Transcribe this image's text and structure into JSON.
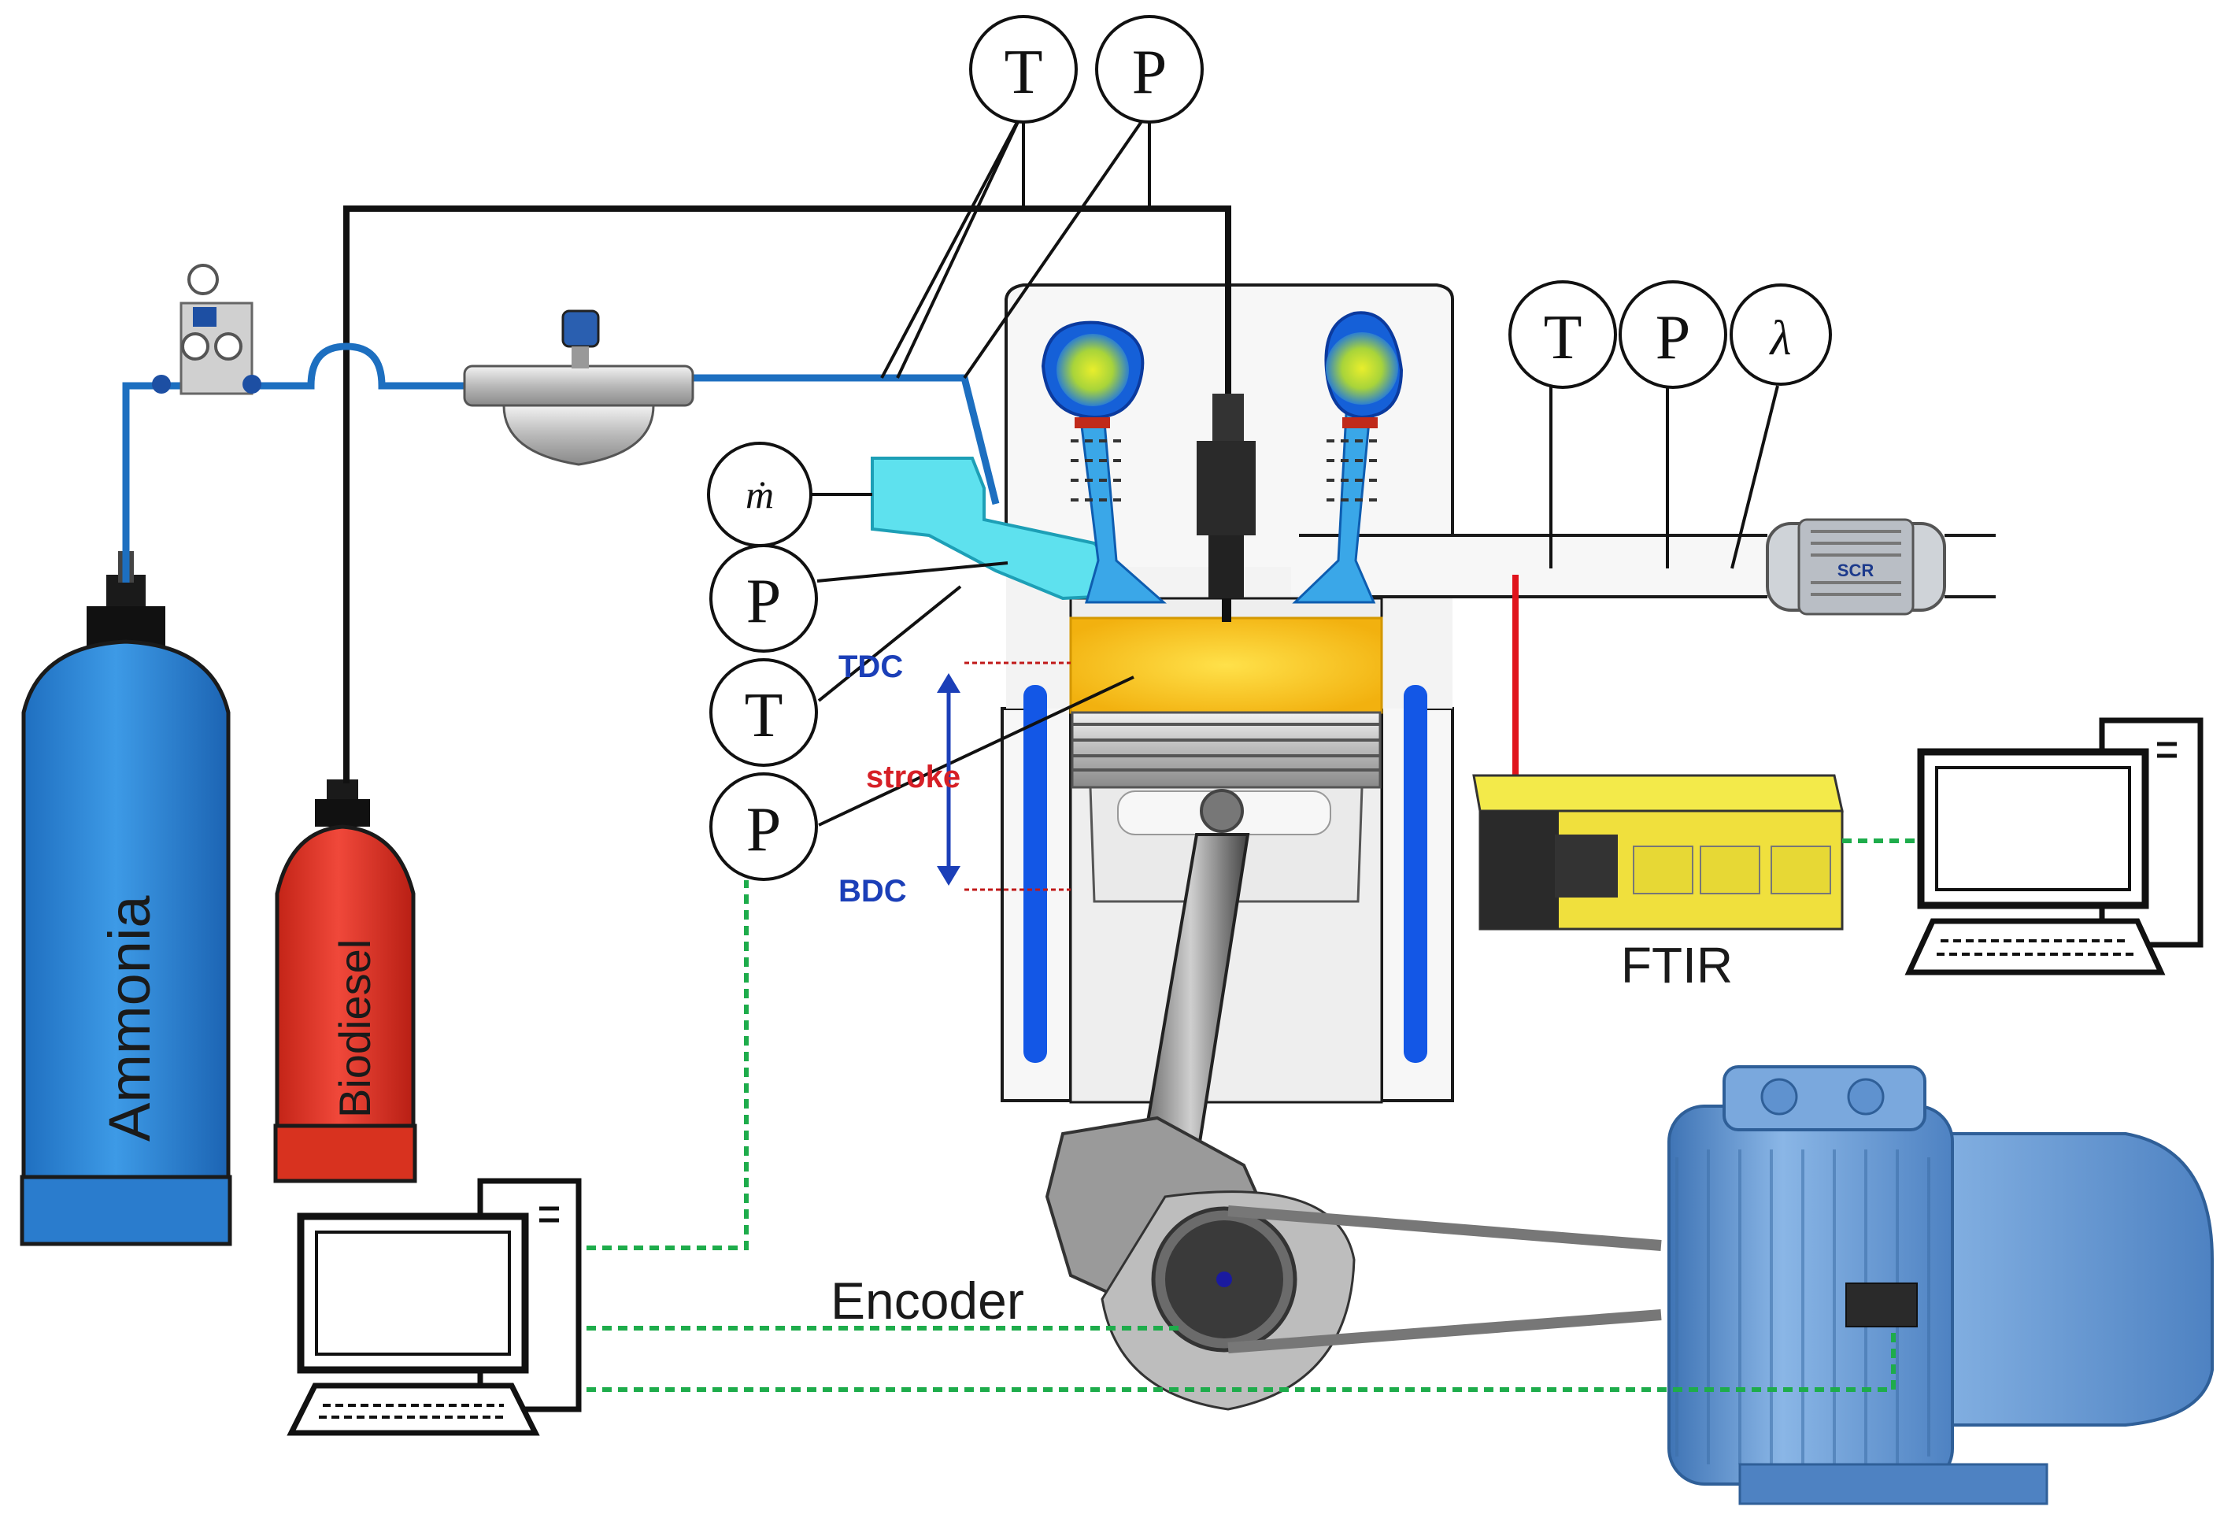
{
  "cylinders": {
    "ammonia": "Ammonia",
    "biodiesel": "Biodiesel"
  },
  "sensors": {
    "t": "T",
    "p": "P",
    "lambda": "λ",
    "mdot": "ṁ"
  },
  "engine": {
    "tdc": "TDC",
    "bdc": "BDC",
    "stroke": "stroke"
  },
  "devices": {
    "scr": "SCR",
    "ftir": "FTIR",
    "encoder": "Encoder"
  },
  "colors": {
    "ammonia_tank": "#2f88d9",
    "biodiesel_tank": "#e53a2a",
    "fuel_line": "#1d6fc0",
    "intake_air": "#5ee1ee",
    "combustion": "#f6c51f",
    "coolant": "#1357e6",
    "signal_line": "#1eac4b",
    "ftir_probe_line": "#e0141c",
    "ftir_body": "#f3ea4a",
    "motor": "#6f9fd6",
    "label_blue": "#1b3fb8",
    "label_red": "#d61f26"
  },
  "icons": [
    "gas-cylinder",
    "pressure-regulator",
    "coriolis-flow-meter",
    "fuel-injector",
    "scr-catalyst",
    "ftir-analyzer",
    "desktop-computer",
    "crank-encoder",
    "electric-motor"
  ]
}
